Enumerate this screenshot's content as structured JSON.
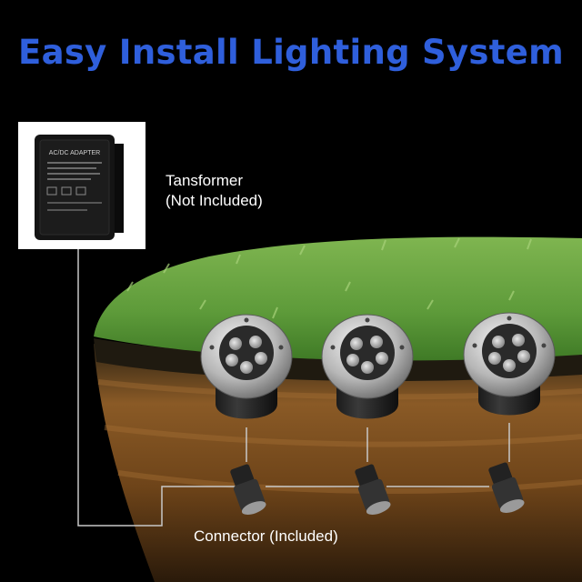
{
  "title": "Easy Install Lighting System",
  "transformer": {
    "name": "Tansformer",
    "note": "(Not Included)",
    "label_text": "AC/DC ADAPTER",
    "icon": "power-adapter-icon"
  },
  "connector": {
    "label": "Connector (Included)",
    "icon": "waterproof-connector-icon"
  },
  "lights": [
    {
      "icon": "inground-light-icon"
    },
    {
      "icon": "inground-light-icon"
    },
    {
      "icon": "inground-light-icon"
    }
  ],
  "colors": {
    "title": "#2f5fdc",
    "background": "#000000",
    "grass": "#5e9b3a",
    "soil": "#7a5022",
    "wire": "#c8c8c8"
  }
}
